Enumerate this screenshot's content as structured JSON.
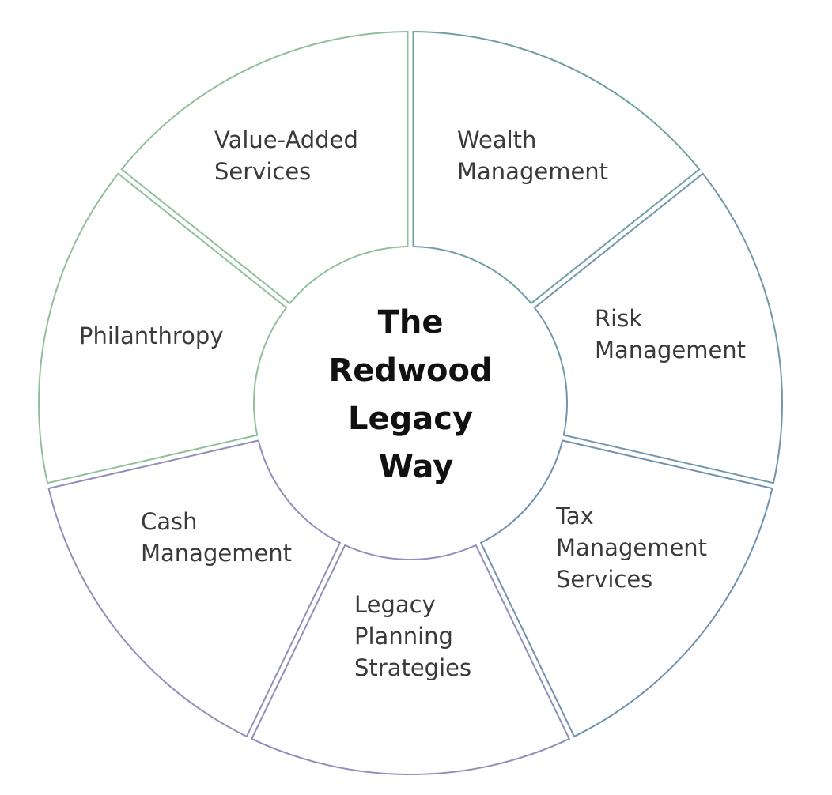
{
  "center": {
    "lines": [
      "The",
      "Redwood",
      "Legacy",
      "Way"
    ]
  },
  "segments": [
    {
      "id": "wealth-management",
      "lines": [
        "Wealth",
        "Management"
      ],
      "color": "#6f9fa3"
    },
    {
      "id": "risk-management",
      "lines": [
        "Risk",
        "Management"
      ],
      "color": "#6f98ab"
    },
    {
      "id": "tax-management-services",
      "lines": [
        "Tax",
        "Management",
        "Services"
      ],
      "color": "#6f92ae"
    },
    {
      "id": "legacy-planning-strategies",
      "lines": [
        "Legacy",
        "Planning",
        "Strategies"
      ],
      "color": "#8f8fbb"
    },
    {
      "id": "cash-management",
      "lines": [
        "Cash",
        "Management"
      ],
      "color": "#8f8fbb"
    },
    {
      "id": "philanthropy",
      "lines": [
        "Philanthropy"
      ],
      "color": "#8fc09a"
    },
    {
      "id": "value-added-services",
      "lines": [
        "Value-Added",
        "Services"
      ],
      "color": "#8fc09a"
    }
  ]
}
